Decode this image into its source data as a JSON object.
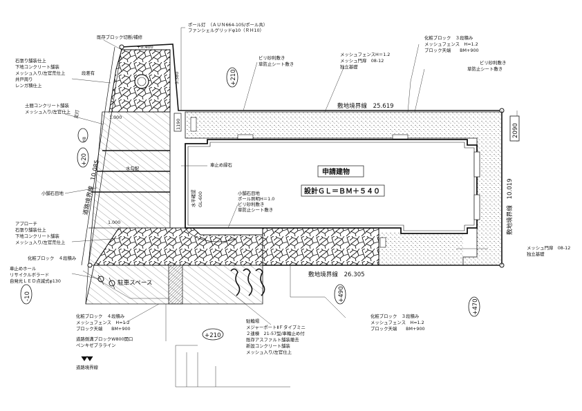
{
  "title_building": "申請建物",
  "design_gl": "設計ＧＬ＝ＢＭ＋５４０",
  "boundaries": {
    "north": "敷地境界線　25.619",
    "south": "敷地境界線　26.305",
    "east": "敷地境界線　10.019",
    "west": "道路境界線　10.085"
  },
  "dimensions": {
    "d2090": "2090",
    "d1000": "1.000",
    "d1190": "1190",
    "d1000b": "1.000",
    "dpos": "+0.400",
    "d3380": "3.380"
  },
  "levels": {
    "p210a": "+210",
    "p20": "+20",
    "m10": "-10",
    "p490": "+490",
    "p470": "+470",
    "p210b": "+210",
    "y8": "Y8"
  },
  "labels": {
    "block_cut": "既存ブロック切断/補修",
    "pole_light_1": "ポール灯　（ＡＵＮ664-105/ポール共）",
    "pole_light_2": "ファンシェルグリッドφ10（ＲＨ10）",
    "stone_1": "石張り舗装仕上",
    "stone_2": "下地コンクリート舗装",
    "stone_3": "メッシュ入り/左官荒仕上",
    "stone_4": "井戸周り",
    "stone_5": "レンガ積仕上",
    "step": "段差有",
    "earth_1": "土間コンクリート舗装",
    "earth_2": "メッシュ入り/左官仕上",
    "footlight": "足灯",
    "small_stone": "小舗石目地",
    "approach_1": "アプローチ",
    "approach_2": "石張り舗装仕上",
    "approach_3": "下地コンクリート舗装",
    "approach_4": "メッシュ入り/左官荒仕上",
    "cblock4_top": "化粧ブロック　４段積み",
    "stop_1": "車止めホール",
    "stop_2": "リサイクルボラード",
    "stop_3": "自発光ＬＥＤ点滅式φ130",
    "gravel_n1": "ビリ砂利敷き",
    "gravel_n2": "草防止シート敷き",
    "fence_1": "メッシュフェンスH＝1.2",
    "fence_2": "メッシュ門扉　08-12",
    "fence_3": "独立基礎",
    "cblock3_1": "化粧ブロック　３段積み",
    "cblock3_2": "メッシュフェンス　H=1.2",
    "cblock3_3": "ブロック天端　　BM+900",
    "gravel_e1": "ビリ砂利敷き",
    "gravel_e2": "草防止シート敷き",
    "car_stop_edge": "車止め縁石",
    "drain": "水勾配",
    "mid_1": "小舗石目地",
    "mid_2": "ポール照明H＝1.0",
    "mid_3": "ビリ砂利敷き",
    "mid_4": "草防止シート敷き",
    "gate_1": "メッシュ門扉　08-12",
    "gate_2": "独立基礎",
    "parking_space": "駐車スペース",
    "parking_1": "駐輪場",
    "parking_2": "メジャーポートⅡＦタイプミニ",
    "parking_3": "２連棟　21-57型/車輪止め付",
    "parking_4": "既存アスファルト舗装撤去",
    "parking_5": "新設コンクリート舗装",
    "parking_6": "メッシュ入り/左官仕上",
    "cblock4b_1": "化粧ブロック　４段積み",
    "cblock4b_2": "メッシュフェンス　H=1.2",
    "cblock4b_3": "ブロック天端　　BM+900",
    "curb_1": "道路側溝ブロックW800開口",
    "curb_2": "ペンキゼブラライン",
    "cblock3b_1": "化粧ブロック　３段積み",
    "cblock3b_2": "メッシュフェンス　H=1.2",
    "cblock3b_3": "ブロック天端　　BM+900",
    "road_boundary": "道路境界線",
    "inner_small": "水平確認",
    "inner_small2": "GL-600"
  }
}
